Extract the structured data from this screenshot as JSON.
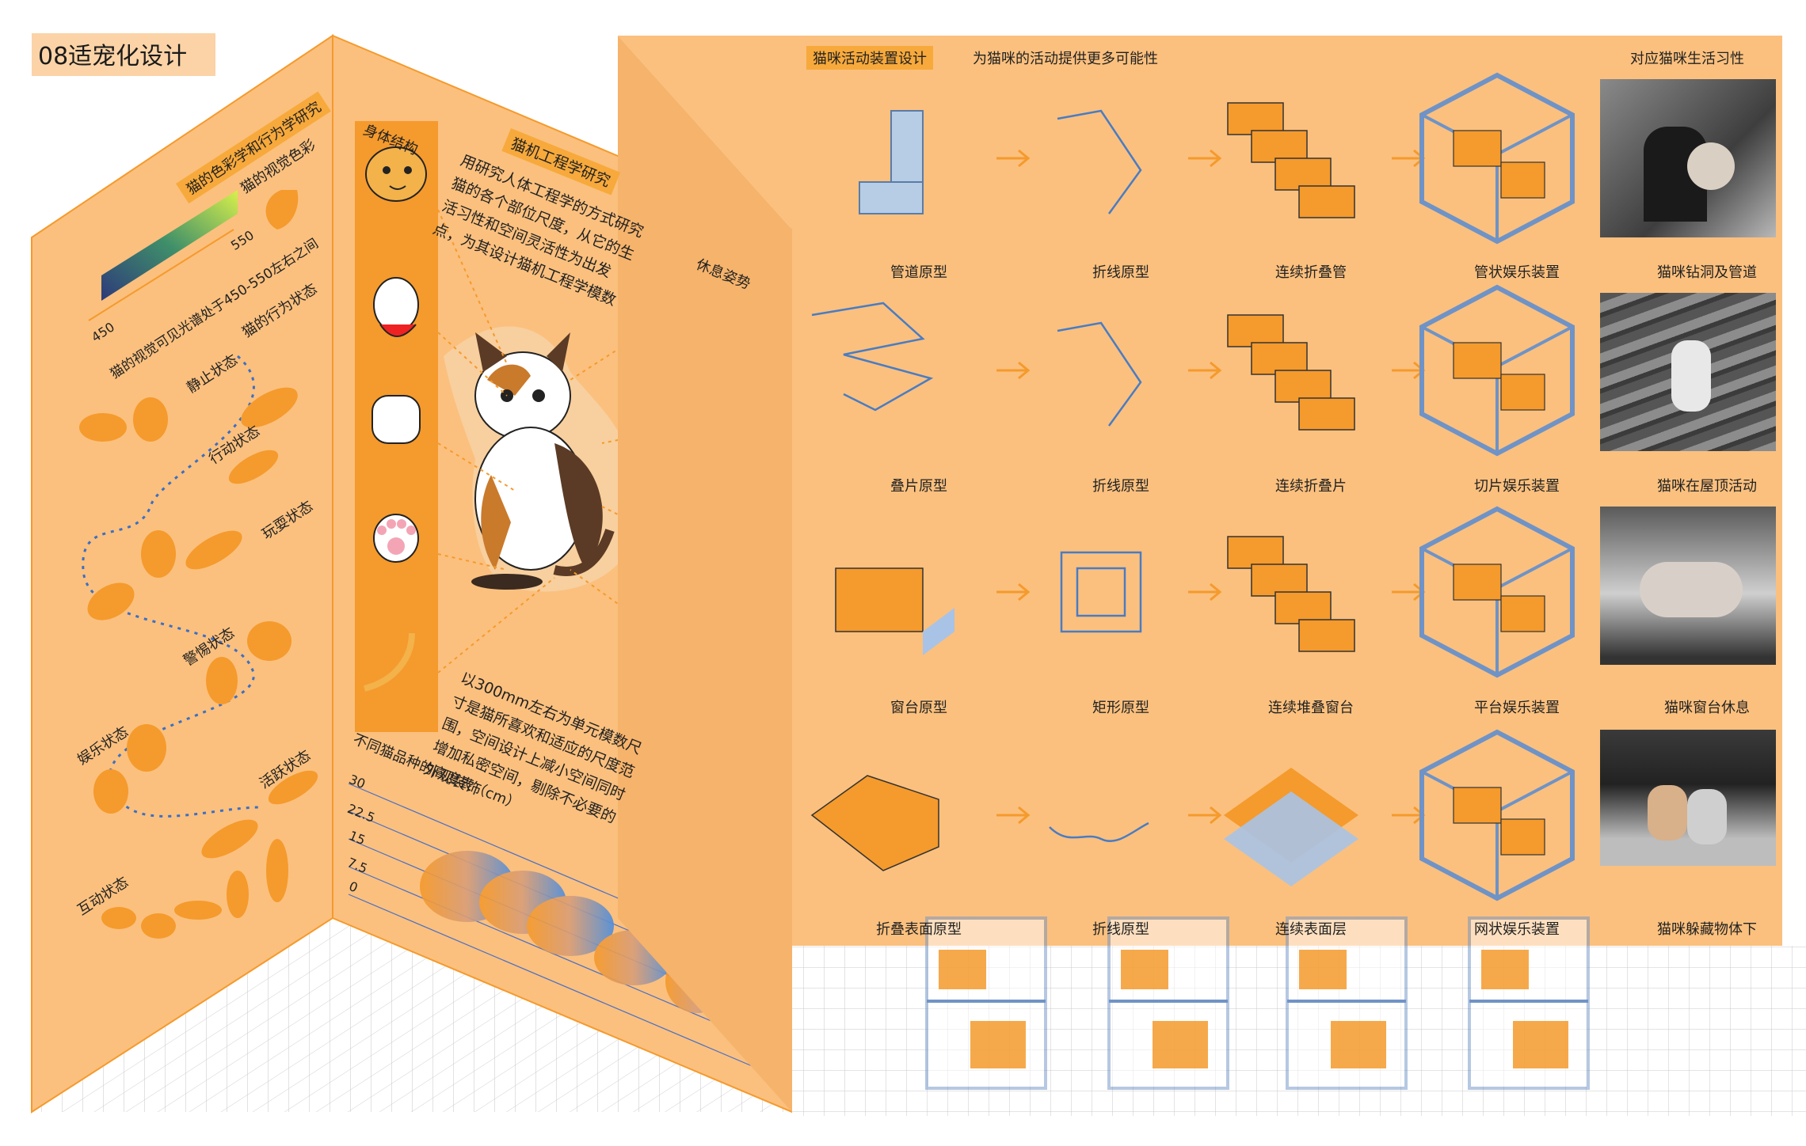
{
  "page_title": "08适宠化设计",
  "colors": {
    "panel": "#fbc07e",
    "accent": "#f59a2c",
    "line": "#7a9bbd",
    "box": "#f7a93b"
  },
  "left_panel": {
    "section_title": "猫的色彩学和行为学研究",
    "vision_label": "猫的视觉色彩",
    "spectrum_min": "450",
    "spectrum_max": "550",
    "spectrum_note": "猫的视觉可见光谱处于450-550左右之间",
    "behavior_label": "猫的行为状态",
    "states": [
      "静止状态",
      "行动状态",
      "玩耍状态",
      "警惕状态",
      "娱乐状态",
      "活跃状态",
      "互动状态"
    ]
  },
  "middle_panel": {
    "body_label": "身体结构",
    "ergonomics_title": "猫机工程学研究",
    "ergonomics_text": "用研究人体工程学的方式研究猫的各个部位尺度，从它的生活习性和空间灵活性为出发点，为其设计猫机工程学模数",
    "pose_label": "休息姿势",
    "module_text": "以300mm左右为单元模数尺寸是猫所喜欢和适应的尺度范围，空间设计上减小空间同时增加私密空间，剔除不必要的外观装饰",
    "height_chart_title": "不同猫品种的高度表（cm）",
    "height_ticks": [
      "30",
      "22.5",
      "15",
      "7.5",
      "0"
    ]
  },
  "right_panel": {
    "title": "猫咪活动装置设计",
    "subtitle": "为猫咪的活动提供更多可能性",
    "habit_label": "对应猫咪生活习性",
    "rows": [
      {
        "prototype": "管道原型",
        "line": "折线原型",
        "fold": "连续折叠管",
        "device": "管状娱乐装置",
        "photo": "猫咪钻洞及管道"
      },
      {
        "prototype": "叠片原型",
        "line": "折线原型",
        "fold": "连续折叠片",
        "device": "切片娱乐装置",
        "photo": "猫咪在屋顶活动"
      },
      {
        "prototype": "窗台原型",
        "line": "矩形原型",
        "fold": "连续堆叠窗台",
        "device": "平台娱乐装置",
        "photo": "猫咪窗台休息"
      },
      {
        "prototype": "折叠表面原型",
        "line": "折线原型",
        "fold": "连续表面层",
        "device": "网状娱乐装置",
        "photo": "猫咪躲藏物体下"
      }
    ]
  }
}
